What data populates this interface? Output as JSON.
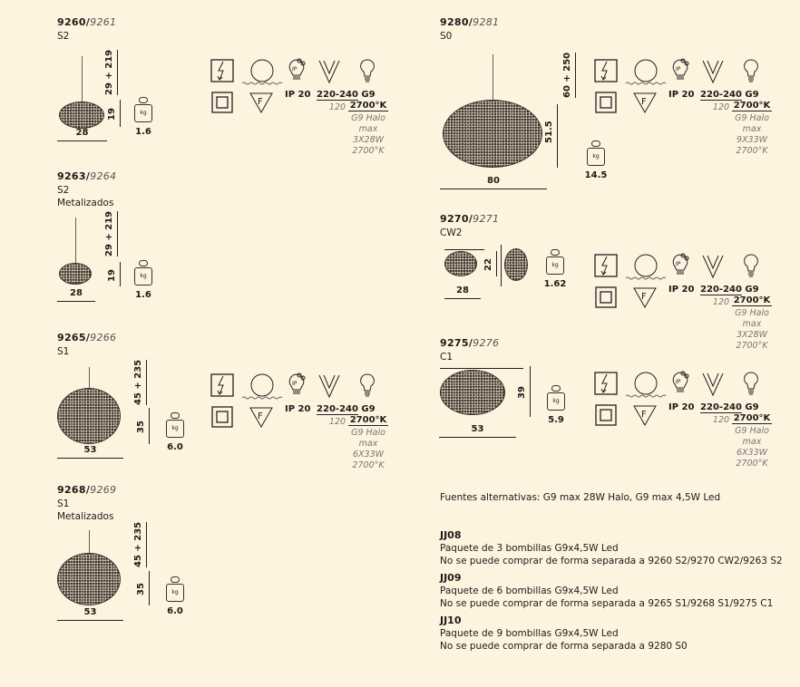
{
  "products": [
    {
      "code": "9260",
      "alt_code": "9261",
      "model": "S2",
      "finish": "",
      "width": "28",
      "height": "19",
      "cable": "29 + 219",
      "weight": "1.6",
      "spec": {
        "ip": "IP 20",
        "voltage": "220-240",
        "voltage_alt": "120",
        "socket": "G9",
        "temp": "2700°K",
        "halo": "G9 Halo",
        "max": "max",
        "power": "3X28W",
        "halo_temp": "2700°K"
      }
    },
    {
      "code": "9263",
      "alt_code": "9264",
      "model": "S2",
      "finish": "Metalizados",
      "width": "28",
      "height": "19",
      "cable": "29 + 219",
      "weight": "1.6"
    },
    {
      "code": "9265",
      "alt_code": "9266",
      "model": "S1",
      "finish": "",
      "width": "53",
      "height": "35",
      "cable": "45 + 235",
      "weight": "6.0",
      "spec": {
        "ip": "IP 20",
        "voltage": "220-240",
        "voltage_alt": "120",
        "socket": "G9",
        "temp": "2700°K",
        "halo": "G9 Halo",
        "max": "max",
        "power": "6X33W",
        "halo_temp": "2700°K"
      }
    },
    {
      "code": "9268",
      "alt_code": "9269",
      "model": "S1",
      "finish": "Metalizados",
      "width": "53",
      "height": "35",
      "cable": "45 + 235",
      "weight": "6.0"
    },
    {
      "code": "9280",
      "alt_code": "9281",
      "model": "S0",
      "finish": "",
      "width": "80",
      "height": "51.5",
      "cable": "60 + 250",
      "weight": "14.5",
      "spec": {
        "ip": "IP 20",
        "voltage": "220-240",
        "voltage_alt": "120",
        "socket": "G9",
        "temp": "2700°K",
        "halo": "G9 Halo",
        "max": "max",
        "power": "9X33W",
        "halo_temp": "2700°K"
      }
    },
    {
      "code": "9270",
      "alt_code": "9271",
      "model": "CW2",
      "finish": "",
      "width": "28",
      "height": "22",
      "cable": "",
      "weight": "1.62",
      "spec": {
        "ip": "IP 20",
        "voltage": "220-240",
        "voltage_alt": "120",
        "socket": "G9",
        "temp": "2700°K",
        "halo": "G9 Halo",
        "max": "max",
        "power": "3X28W",
        "halo_temp": "2700°K"
      }
    },
    {
      "code": "9275",
      "alt_code": "9276",
      "model": "C1",
      "finish": "",
      "width": "53",
      "height": "39",
      "cable": "",
      "weight": "5.9",
      "spec": {
        "ip": "IP 20",
        "voltage": "220-240",
        "voltage_alt": "120",
        "socket": "G9",
        "temp": "2700°K",
        "halo": "G9 Halo",
        "max": "max",
        "power": "6X33W",
        "halo_temp": "2700°K"
      }
    }
  ],
  "kg_label": "kg",
  "alt_sources": "Fuentes alternativas: G9 max 28W Halo, G9 max 4,5W Led",
  "packs": [
    {
      "code": "JJ08",
      "desc": "Paquete de 3 bombillas G9x4,5W Led",
      "note": "No se puede comprar de forma separada a 9260 S2/9270 CW2/9263 S2"
    },
    {
      "code": "JJ09",
      "desc": "Paquete de 6 bombillas G9x4,5W Led",
      "note": "No se puede comprar de forma separada a  9265 S1/9268 S1/9275 C1"
    },
    {
      "code": "JJ10",
      "desc": "Paquete de 9 bombillas G9x4,5W Led",
      "note": "No se puede comprar de forma separada a  9280 S0"
    }
  ]
}
